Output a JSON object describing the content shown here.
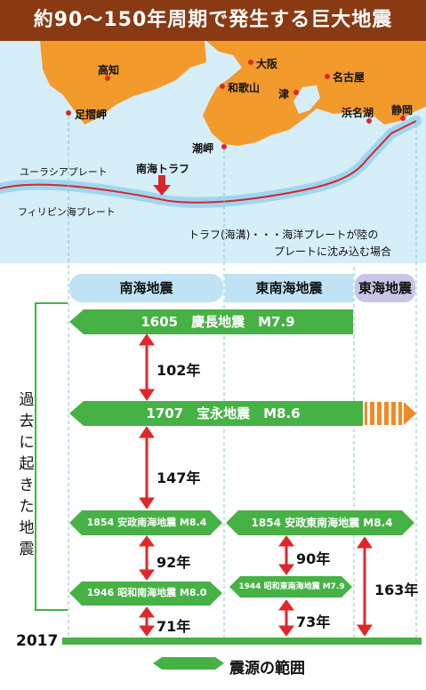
{
  "title": "約90〜150年周期で発生する巨大地震",
  "places": {
    "kochi": "高知",
    "ashizuri": "足摺岬",
    "osaka": "大阪",
    "wakayama": "和歌山",
    "nagoya": "名古屋",
    "tsu": "津",
    "hamanako": "浜名湖",
    "shizuoka": "静岡",
    "shionomisaki": "潮岬"
  },
  "plates": {
    "eurasia": "ユーラシアプレート",
    "philippine": "フィリピン海プレート",
    "nankai_trough": "南海トラフ"
  },
  "note": {
    "line1": "トラフ(海溝)・・・海洋プレートが陸の",
    "line2": "プレートに沈み込む場合"
  },
  "zones": {
    "nankai": "南海地震",
    "tonankai": "東南海地震",
    "tokai": "東海地震"
  },
  "side_label": [
    "過",
    "去",
    "に",
    "起",
    "き",
    "た",
    "地",
    "震"
  ],
  "quakes": {
    "keicho": "1605　慶長地震　M7.9",
    "hoei": "1707　宝永地震　M8.6",
    "ansei_nankai": "1854 安政南海地震 M8.4",
    "ansei_tokai": "1854 安政東南海地震 M8.4",
    "showa_nankai": "1946 昭和南海地震 M8.0",
    "showa_tonankai": "1944 昭和東南海地震 M7.9"
  },
  "intervals": {
    "a": "102年",
    "b": "147年",
    "c": "92年",
    "d": "90年",
    "e": "71年",
    "f": "73年",
    "g": "163年"
  },
  "current_year": "2017",
  "legend": "震源の範囲",
  "colors": {
    "title_bg": "#8a3a12",
    "land": "#f39a2c",
    "sea": "#d6eef7",
    "quake_bar": "#46b245",
    "interval_arrow": "#e0262b",
    "tokai_stripe": "#f08a24"
  }
}
